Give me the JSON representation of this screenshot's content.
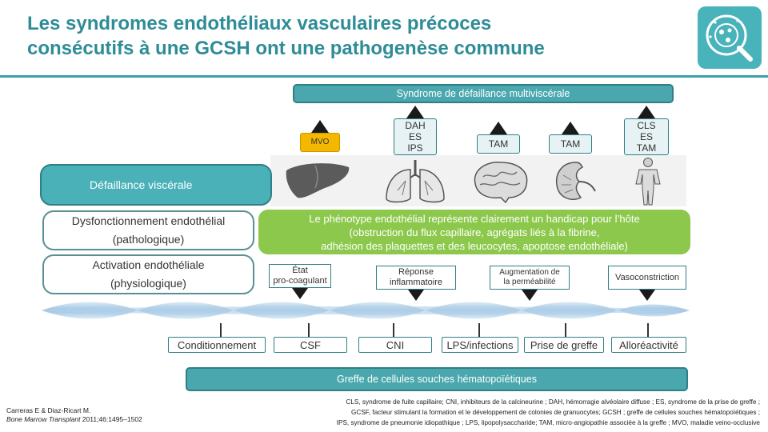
{
  "title": {
    "line1": "Les syndromes endothéliaux vasculaires précoces",
    "line2": "consécutifs à une GCSH ont une pathogenèse commune"
  },
  "logo": {
    "icon": "microscope-magnifier-icon"
  },
  "top_bar": "Syndrome de défaillance multiviscérale",
  "organ_labels": [
    {
      "lines": [
        "MVO"
      ],
      "color": "#f5b800"
    },
    {
      "lines": [
        "DAH",
        "ES",
        "IPS"
      ]
    },
    {
      "lines": [
        "TAM"
      ]
    },
    {
      "lines": [
        "TAM"
      ]
    },
    {
      "lines": [
        "CLS",
        "ES",
        "TAM"
      ]
    }
  ],
  "organs": [
    "liver-icon",
    "lungs-icon",
    "brain-icon",
    "kidney-icon",
    "body-icon"
  ],
  "left_boxes": {
    "defaillance": "Défaillance viscérale",
    "dysfonction": [
      "Dysfonctionnement endothélial",
      "(pathologique)"
    ],
    "activation": [
      "Activation endothéliale",
      "(physiologique)"
    ]
  },
  "green_banner": {
    "line1": "Le phénotype endothélial représente clairement un handicap pour l’hôte",
    "line2": "(obstruction du flux capillaire, agrégats liés à la fibrine,",
    "line3": "adhésion des plaquettes et des leucocytes, apoptose endothéliale)"
  },
  "mid_boxes": [
    [
      "État",
      "pro-coagulant"
    ],
    [
      "Réponse",
      "inflammatoire"
    ],
    [
      "Augmentation de",
      "la perméabilité"
    ],
    [
      "Vasoconstriction"
    ]
  ],
  "causes": [
    "Conditionnement",
    "CSF",
    "CNI",
    "LPS/infections",
    "Prise de greffe",
    "Alloréactivité"
  ],
  "bottom_bar": "Greffe de cellules souches hématopoïétiques",
  "reference": {
    "authors": "Carreras E & Diaz-Ricart M.",
    "journal": "Bone Marrow Transplant",
    "details": " 2011;46:1495–1502"
  },
  "abbreviations": [
    "CLS, syndrome de fuite capillaire; CNI, inhibiteurs de la calcineurine ; DAH, hémorragie alvéolaire diffuse ; ES, syndrome de la prise de greffe ;",
    "GCSF, facteur stimulant la formation et le développement de colonies de granuocytes;  GCSH ; greffe de cellules souches hématopoïétiques ;",
    "IPS, syndrome de pneumonie idiopathique ; LPS, lipopolysaccharide; TAM, micro-angiopathie associée à la greffe ; MVO, maladie veino-occlusive"
  ],
  "colors": {
    "title": "#2e8c97",
    "teal": "#4aa7ae",
    "green": "#8cc84b",
    "mvo": "#f5b800",
    "vessel": "#a8cbe6"
  }
}
